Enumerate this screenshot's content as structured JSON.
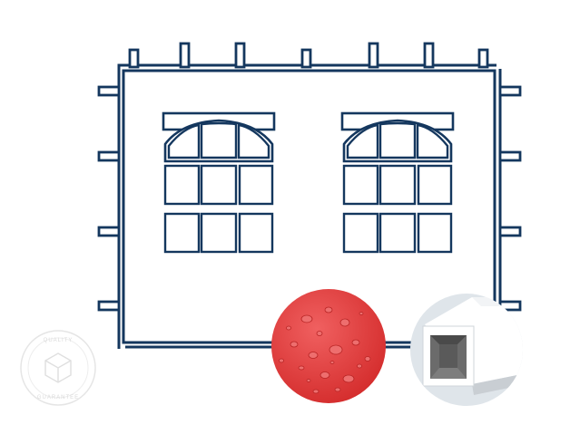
{
  "product": {
    "name": "side-wall-panel-with-two-church-windows",
    "outline_color": "#14375e",
    "window_count": 2,
    "panes_per_window": 9,
    "hook_count_top": 7,
    "hook_count_side": 4
  },
  "badges": {
    "waterproof": {
      "icon": "water-droplets-icon",
      "color": "#e23a3a"
    },
    "profile": {
      "icon": "square-tube-profile-icon",
      "bg_color": "#dfe5ea"
    }
  },
  "watermark": {
    "logo_icon": "cube-logo-icon",
    "text_top": "QUALITY",
    "text_bottom": "GUARANTEE",
    "color": "#d6d6d6"
  }
}
